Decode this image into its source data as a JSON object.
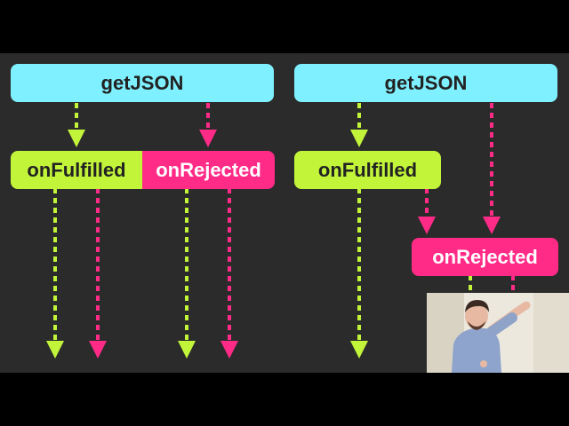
{
  "left_diagram": {
    "source_label": "getJSON",
    "fulfilled_label": "onFulfilled",
    "rejected_label": "onRejected"
  },
  "right_diagram": {
    "source_label": "getJSON",
    "fulfilled_label": "onFulfilled",
    "rejected_label": "onRejected"
  },
  "colors": {
    "background": "#2b2b2b",
    "source_box": "#7ff0ff",
    "fulfilled": "#c2f53a",
    "rejected": "#ff2b87"
  }
}
